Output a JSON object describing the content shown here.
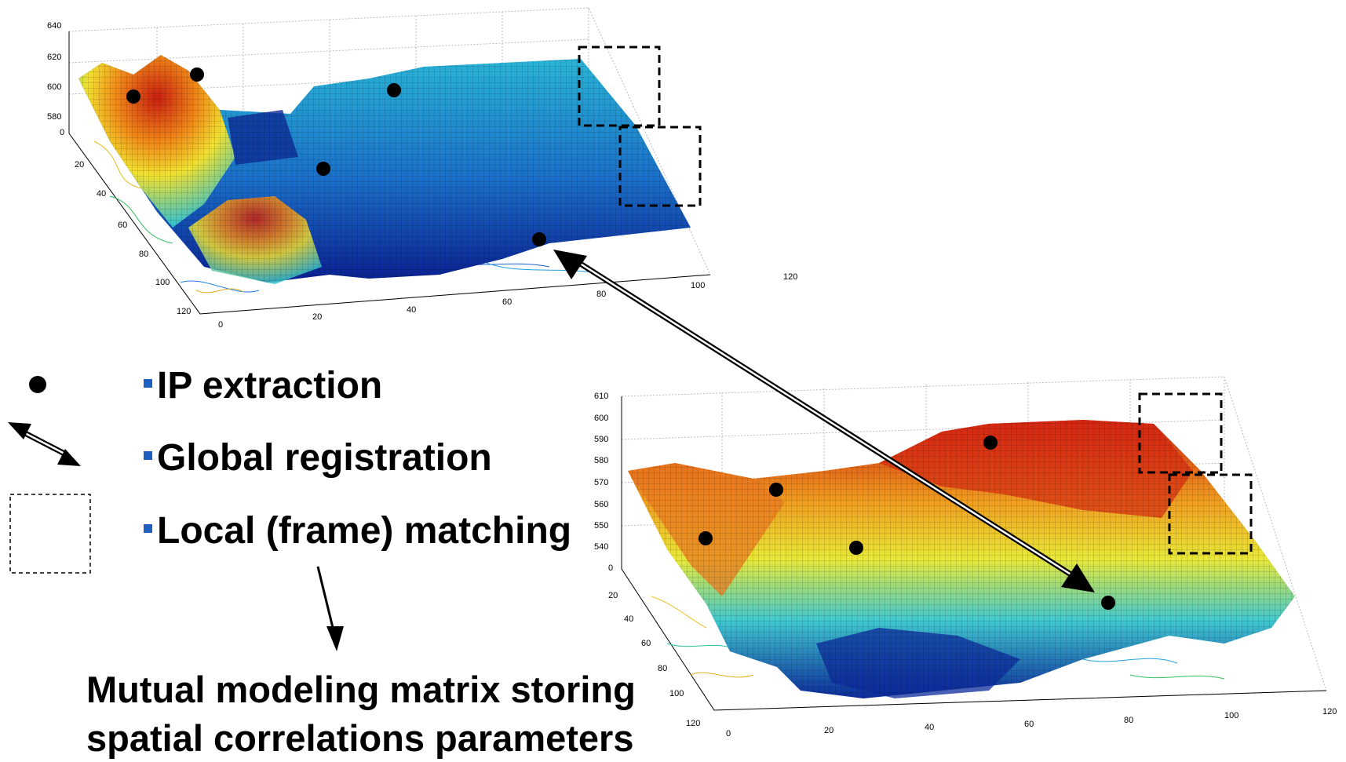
{
  "top_plot": {
    "z_ticks": [
      "640",
      "620",
      "600",
      "580",
      "0"
    ],
    "y_ticks": [
      "20",
      "40",
      "60",
      "80",
      "100",
      "120"
    ],
    "x_ticks": [
      "0",
      "20",
      "40",
      "60",
      "80",
      "100",
      "120"
    ]
  },
  "bottom_plot": {
    "z_ticks": [
      "610",
      "600",
      "590",
      "580",
      "570",
      "560",
      "550",
      "540",
      "0"
    ],
    "y_ticks": [
      "20",
      "40",
      "60",
      "80",
      "100",
      "120"
    ],
    "x_ticks": [
      "0",
      "20",
      "40",
      "60",
      "80",
      "100",
      "120"
    ]
  },
  "legend": {
    "items": [
      {
        "label": "IP extraction",
        "symbol": "dot-icon"
      },
      {
        "label": "Global registration",
        "symbol": "double-arrow-icon"
      },
      {
        "label": "Local (frame) matching",
        "symbol": "dashed-frame-icon"
      }
    ]
  },
  "caption": {
    "line1": "Mutual modeling matrix storing",
    "line2": "spatial correlations parameters"
  },
  "colors": {
    "bullet": "#1f5fbf",
    "low": "#0a1f8f",
    "mid": "#28b8d8",
    "high": "#c81e10"
  }
}
